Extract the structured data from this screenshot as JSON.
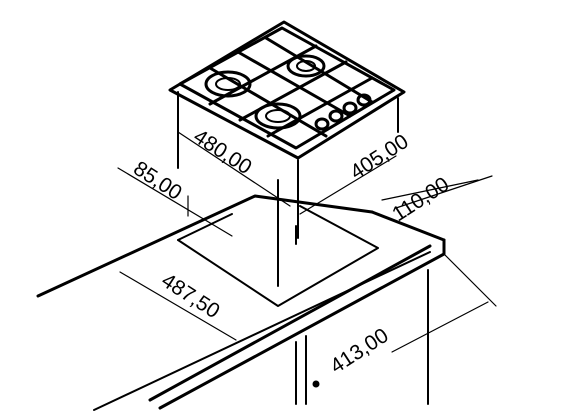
{
  "dimensions": {
    "hob_depth": "480,00",
    "hob_width": "405,00",
    "front_offset": "85,00",
    "side_offset": "110,00",
    "cutout_depth": "487,50",
    "cutout_width": "413,00"
  },
  "colors": {
    "line": "#000000",
    "background": "#ffffff"
  }
}
